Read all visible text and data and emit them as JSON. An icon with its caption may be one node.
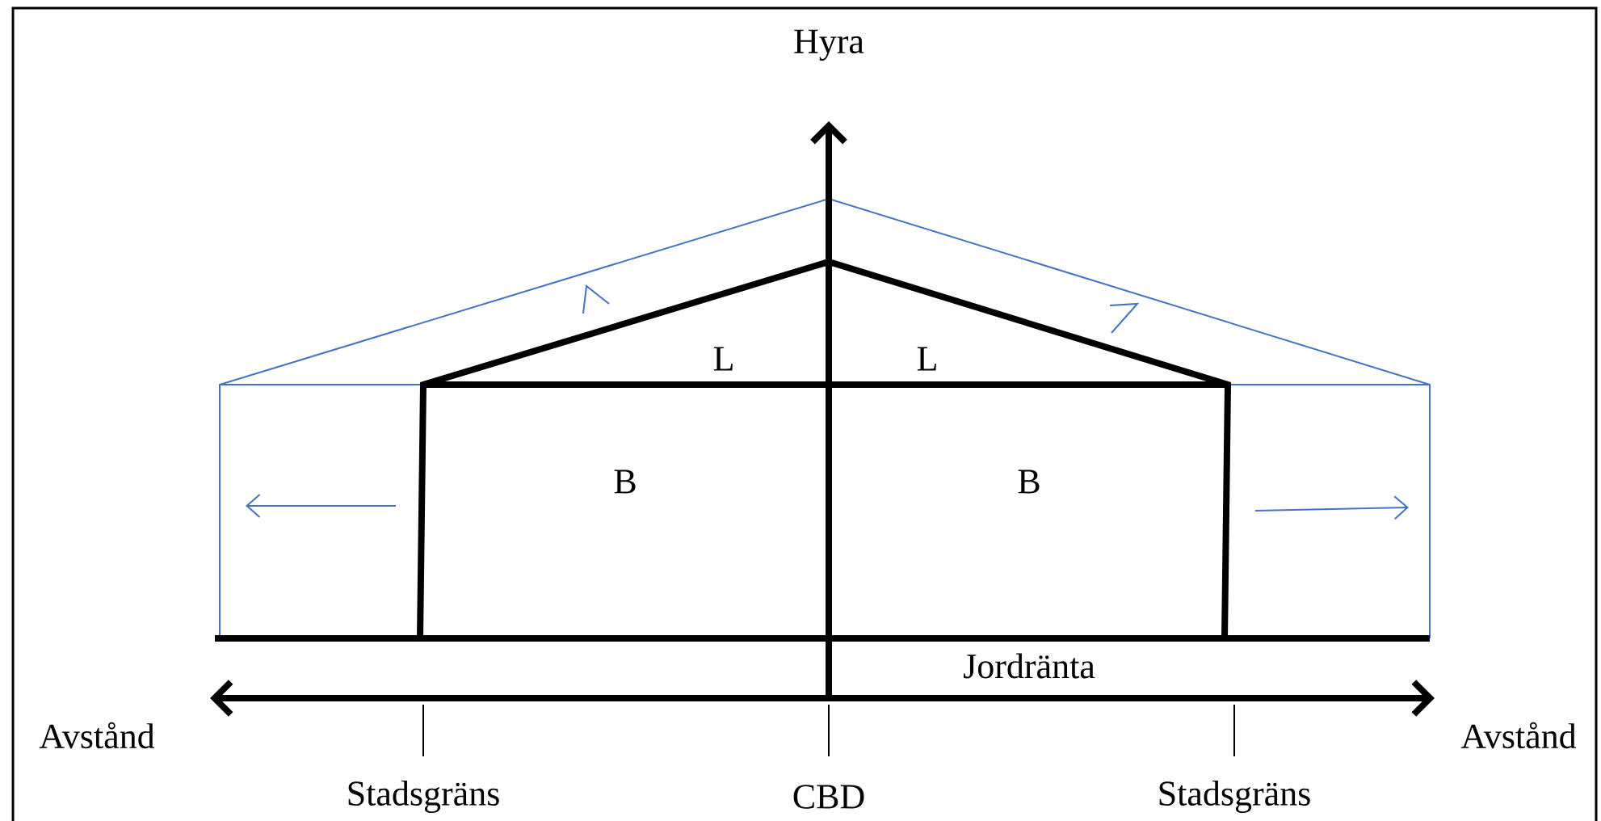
{
  "diagram": {
    "labels": [
      "Hyra",
      "L",
      "L",
      "B",
      "B",
      "Jordränta",
      "Avstånd",
      "Avstånd",
      "Stadsgräns",
      "CBD",
      "Stadsgräns"
    ]
  }
}
